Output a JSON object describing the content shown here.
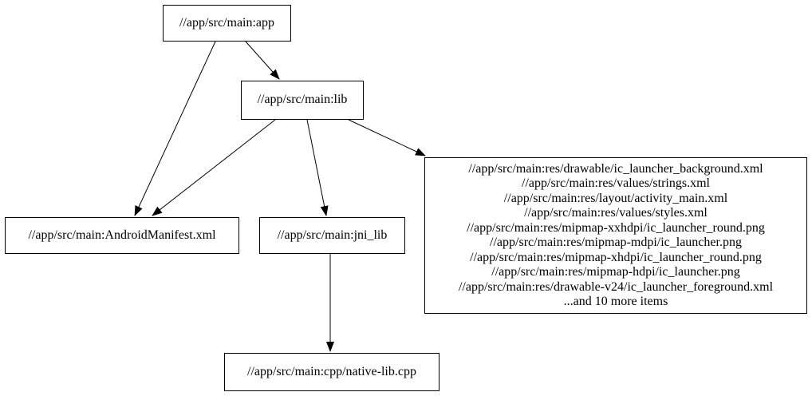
{
  "graph": {
    "kind": "dependency-graph",
    "colors": {
      "background": "#ffffff",
      "node_fill": "#ffffff",
      "node_border": "#000000",
      "edge": "#000000",
      "text": "#000000"
    },
    "nodes": {
      "app": {
        "label": "//app/src/main:app"
      },
      "lib": {
        "label": "//app/src/main:lib"
      },
      "android_manifest": {
        "label": "//app/src/main:AndroidManifest.xml"
      },
      "jni_lib": {
        "label": "//app/src/main:jni_lib"
      },
      "native_lib_cpp": {
        "label": "//app/src/main:cpp/native-lib.cpp"
      },
      "res_group": {
        "lines": [
          "//app/src/main:res/drawable/ic_launcher_background.xml",
          "//app/src/main:res/values/strings.xml",
          "//app/src/main:res/layout/activity_main.xml",
          "//app/src/main:res/values/styles.xml",
          "//app/src/main:res/mipmap-xxhdpi/ic_launcher_round.png",
          "//app/src/main:res/mipmap-mdpi/ic_launcher.png",
          "//app/src/main:res/mipmap-xhdpi/ic_launcher_round.png",
          "//app/src/main:res/mipmap-hdpi/ic_launcher.png",
          "//app/src/main:res/drawable-v24/ic_launcher_foreground.xml",
          "...and 10 more items"
        ]
      }
    },
    "edges": [
      {
        "from": "app",
        "to": "android_manifest"
      },
      {
        "from": "app",
        "to": "lib"
      },
      {
        "from": "lib",
        "to": "android_manifest"
      },
      {
        "from": "lib",
        "to": "jni_lib"
      },
      {
        "from": "lib",
        "to": "res_group"
      },
      {
        "from": "jni_lib",
        "to": "native_lib_cpp"
      }
    ]
  }
}
